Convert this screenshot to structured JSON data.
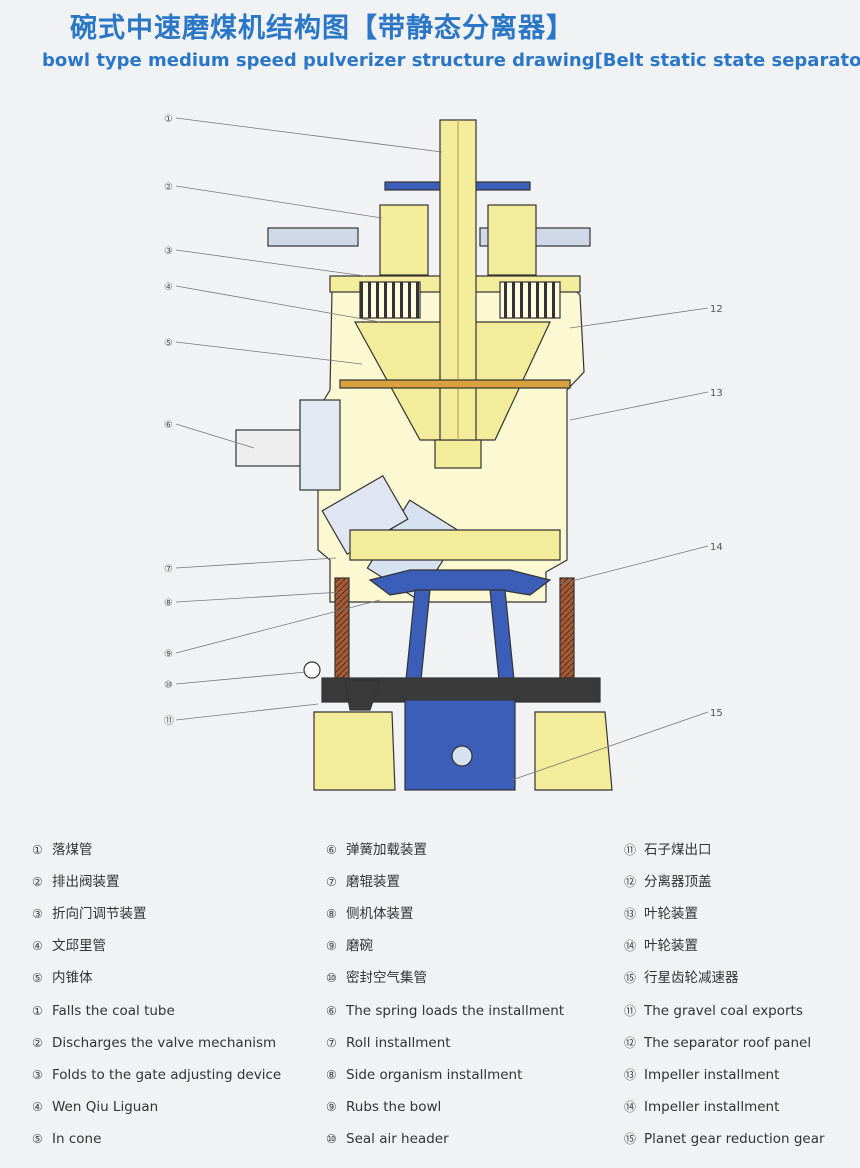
{
  "title_cn": "碗式中速磨煤机结构图【带静态分离器】",
  "title_en": "bowl type medium speed pulverizer structure drawing[Belt static state separator]",
  "callouts": [
    "①",
    "②",
    "③",
    "④",
    "⑤",
    "⑥",
    "⑦",
    "⑧",
    "⑨",
    "⑩",
    "⑪",
    "12",
    "13",
    "14",
    "15"
  ],
  "legend_cn": [
    [
      {
        "num": "①",
        "text": "落煤管"
      },
      {
        "num": "②",
        "text": "排出阀装置"
      },
      {
        "num": "③",
        "text": "折向门调节装置"
      },
      {
        "num": "④",
        "text": "文邱里管"
      },
      {
        "num": "⑤",
        "text": "内锥体"
      }
    ],
    [
      {
        "num": "⑥",
        "text": "弹簧加载装置"
      },
      {
        "num": "⑦",
        "text": "磨辊装置"
      },
      {
        "num": "⑧",
        "text": "侧机体装置"
      },
      {
        "num": "⑨",
        "text": "磨碗"
      },
      {
        "num": "⑩",
        "text": "密封空气集管"
      }
    ],
    [
      {
        "num": "⑪",
        "text": "石子煤出口"
      },
      {
        "num": "⑫",
        "text": "分离器顶盖"
      },
      {
        "num": "⑬",
        "text": "叶轮装置"
      },
      {
        "num": "⑭",
        "text": "叶轮装置"
      },
      {
        "num": "⑮",
        "text": "行星齿轮减速器"
      }
    ]
  ],
  "legend_en": [
    [
      {
        "num": "①",
        "text": "Falls the coal tube"
      },
      {
        "num": "②",
        "text": "Discharges the valve mechanism"
      },
      {
        "num": "③",
        "text": "Folds to the gate adjusting device"
      },
      {
        "num": "④",
        "text": "Wen Qiu Liguan"
      },
      {
        "num": "⑤",
        "text": "In cone"
      }
    ],
    [
      {
        "num": "⑥",
        "text": "The spring loads the installment"
      },
      {
        "num": "⑦",
        "text": "Roll installment"
      },
      {
        "num": "⑧",
        "text": "Side organism installment"
      },
      {
        "num": "⑨",
        "text": "Rubs the bowl"
      },
      {
        "num": "⑩",
        "text": "Seal air header"
      }
    ],
    [
      {
        "num": "⑪",
        "text": "The gravel coal exports"
      },
      {
        "num": "⑫",
        "text": "The separator roof panel"
      },
      {
        "num": "⑬",
        "text": "Impeller installment"
      },
      {
        "num": "⑭",
        "text": "Impeller installment"
      },
      {
        "num": "⑮",
        "text": "Planet gear reduction gear"
      }
    ]
  ],
  "colors": {
    "title": "#2a77c8",
    "yellow": "#f3ec9a",
    "blue": "#3b5fb8",
    "brown": "#8a4a2e",
    "outline": "#333333"
  }
}
